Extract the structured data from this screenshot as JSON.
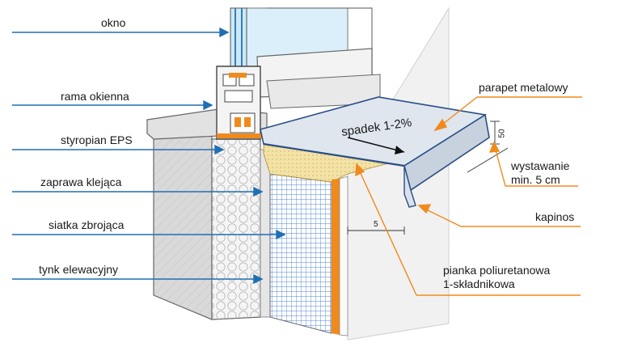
{
  "labels": {
    "okno": "okno",
    "rama_okienna": "rama okienna",
    "styropian_eps": "styropian EPS",
    "zaprawa_klejaca": "zaprawa klejąca",
    "siatka_zbrojaca": "siatka zbrojąca",
    "tynk_elewacyjny": "tynk elewacyjny",
    "parapet_metalowy": "parapet metalowy",
    "spadek": "spadek 1-2%",
    "wystawanie_line1": "wystawanie",
    "wystawanie_line2": "min. 5 cm",
    "kapinos": "kapinos",
    "pianka_line1": "pianka poliuretanowa",
    "pianka_line2": "1-składnikowa",
    "dim_50": "50",
    "dim_5": "5"
  },
  "colors": {
    "leader_blue": "#1f6fb3",
    "leader_orange": "#f08a1c",
    "concrete": "#d7d7d7",
    "styrofoam": "#f3f3f3",
    "foam_yellow": "#f2dfa0",
    "mesh_blue": "#2f6fc8",
    "sill_metal": "#dfe6ee",
    "frame_white": "#f2f2f2",
    "glass": "#d8eefa"
  }
}
